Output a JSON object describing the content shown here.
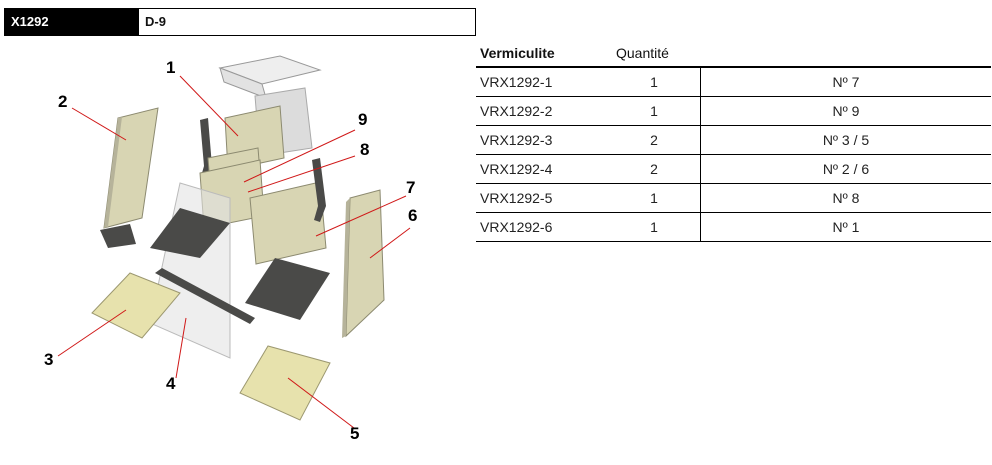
{
  "header": {
    "code": "X1292",
    "model": "D-9"
  },
  "table": {
    "columns": {
      "part": "Vermiculite",
      "qty": "Quantité",
      "pos": ""
    },
    "rows": [
      {
        "part": "VRX1292-1",
        "qty": "1",
        "pos": "Nº 7"
      },
      {
        "part": "VRX1292-2",
        "qty": "1",
        "pos": "Nº 9"
      },
      {
        "part": "VRX1292-3",
        "qty": "2",
        "pos": "Nº 3 / 5"
      },
      {
        "part": "VRX1292-4",
        "qty": "2",
        "pos": "Nº 2 / 6"
      },
      {
        "part": "VRX1292-5",
        "qty": "1",
        "pos": "Nº 8"
      },
      {
        "part": "VRX1292-6",
        "qty": "1",
        "pos": "Nº 1"
      }
    ]
  },
  "callouts": [
    "1",
    "2",
    "3",
    "4",
    "5",
    "6",
    "7",
    "8",
    "9"
  ],
  "colors": {
    "panel": "#d8d5b3",
    "panel_side": "#b6b39a",
    "steel": "#4a4a48",
    "glass": "#e3e3e3",
    "leader": "#d01818"
  }
}
